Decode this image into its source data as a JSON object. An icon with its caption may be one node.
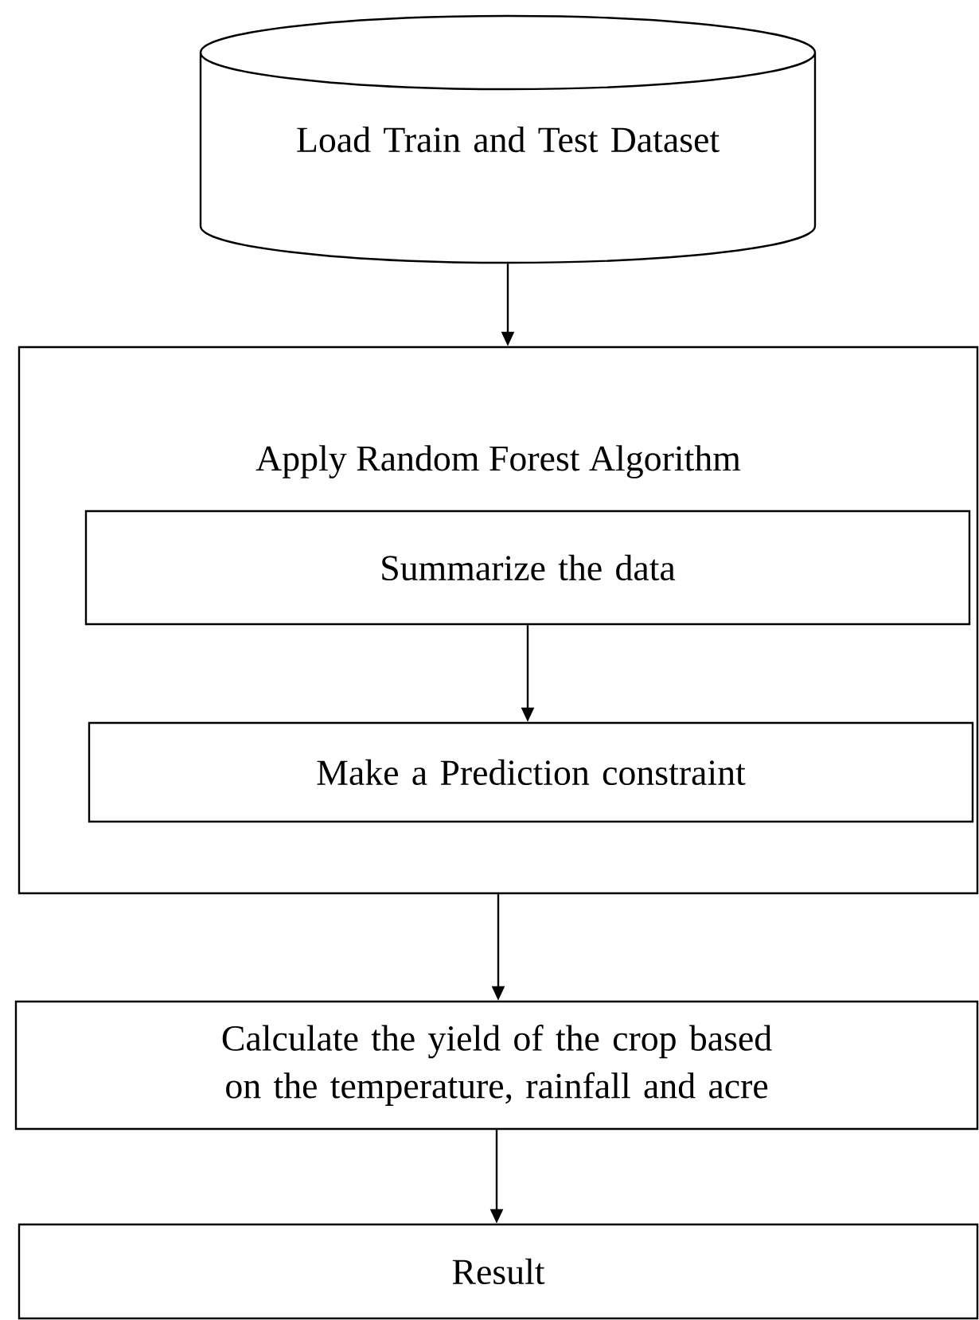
{
  "diagram": {
    "nodes": [
      {
        "text": [
          "Load Train and Test Dataset"
        ]
      },
      {
        "text": [
          "Apply Random Forest Algorithm"
        ]
      },
      {
        "text": [
          "Summarize the data"
        ],
        "in": 1
      },
      {
        "text": [
          "Make a Prediction constraint"
        ],
        "in": 1
      },
      {
        "text": [
          "Calculate the yield of the crop based on the temperature, rainfall and acre"
        ]
      },
      {
        "text": [
          "Result"
        ]
      }
    ],
    "edges": [
      {
        "from": 0,
        "to": 1,
        "arrow": "to"
      },
      {
        "from": 2,
        "to": 3,
        "arrow": "to"
      },
      {
        "from": 1,
        "to": 4,
        "arrow": "to"
      },
      {
        "from": 4,
        "to": 5,
        "arrow": "to"
      }
    ]
  }
}
